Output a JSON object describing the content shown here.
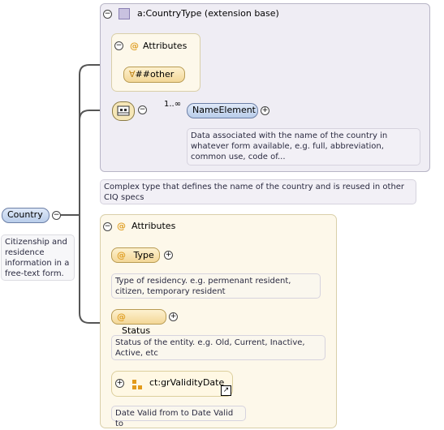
{
  "extension": {
    "title": "a:CountryType (extension base)",
    "attributes_label": "Attributes",
    "any_attribute": "##other",
    "cardinality": "1..∞",
    "element_name": "NameElement",
    "element_doc": "Data associated with the name of the country in whatever form available, e.g. full, abbreviation, common use, code of..."
  },
  "type_doc": "Complex type that defines the name of the country and is reused in other CIQ specs",
  "root": {
    "name": "Country",
    "doc": "Citizenship and residence information in a free-text form."
  },
  "attributes": {
    "label": "Attributes",
    "items": [
      {
        "name": "Type",
        "doc": "Type of residency. e.g. permenant resident, citizen, temporary resident"
      },
      {
        "name": "Status",
        "doc": "Status of the entity. e.g. Old, Current, Inactive, Active, etc"
      }
    ],
    "group_name": "ct:grValidityDate",
    "group_doc": "Date Valid from to Date Valid to"
  },
  "icons": {
    "collapse": "minus-circle-icon",
    "expand": "plus-circle-icon",
    "type": "complex-type-icon",
    "attribute": "at-sign-icon",
    "sequence": "sequence-compositor-icon",
    "group": "attribute-group-icon",
    "shortcut": "shortcut-arrow-icon"
  }
}
